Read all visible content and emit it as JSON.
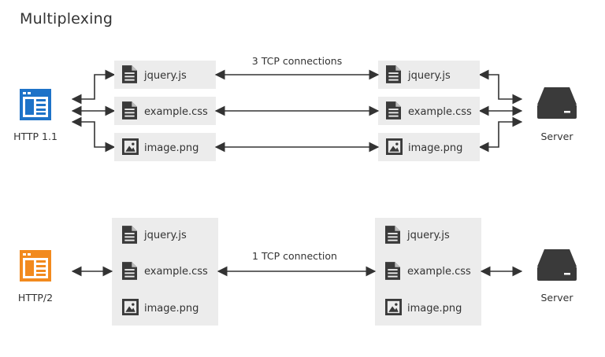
{
  "title": "Multiplexing",
  "http1": {
    "client_label": "HTTP 1.1",
    "server_label": "Server",
    "connection_label": "3 TCP connections",
    "files": [
      {
        "name": "jquery.js",
        "icon": "document-icon"
      },
      {
        "name": "example.css",
        "icon": "document-icon"
      },
      {
        "name": "image.png",
        "icon": "image-icon"
      }
    ],
    "client_icon_color": "#1e73c8"
  },
  "http2": {
    "client_label": "HTTP/2",
    "server_label": "Server",
    "connection_label": "1 TCP connection",
    "files": [
      {
        "name": "jquery.js",
        "icon": "document-icon"
      },
      {
        "name": "example.css",
        "icon": "document-icon"
      },
      {
        "name": "image.png",
        "icon": "image-icon"
      }
    ],
    "client_icon_color": "#f28a1e"
  }
}
